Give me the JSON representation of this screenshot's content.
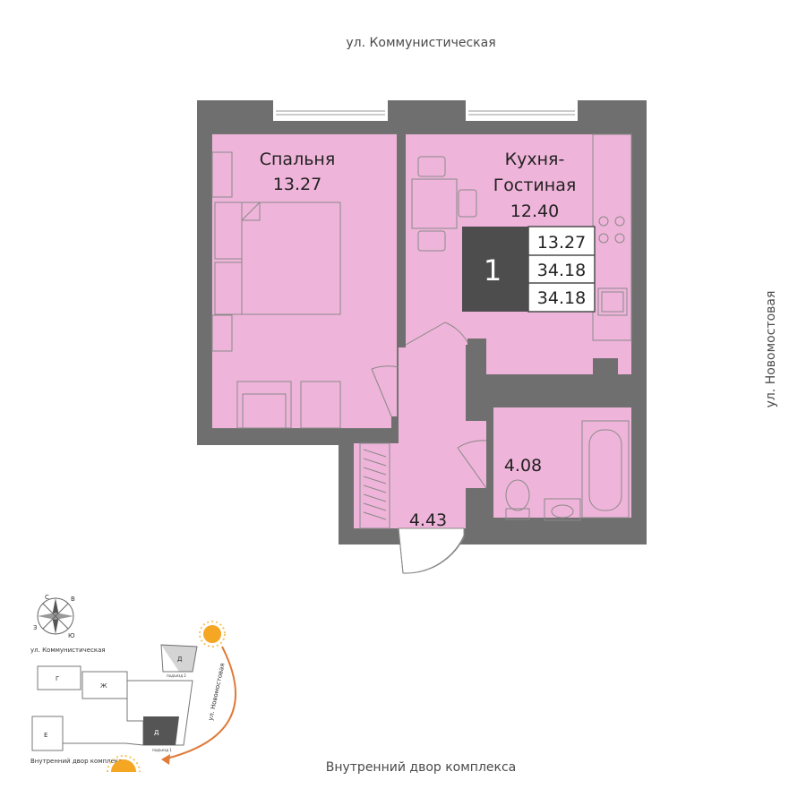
{
  "streets": {
    "top": "ул. Коммунистическая",
    "right": "ул. Новомостовая",
    "bottom": "Внутренний двор комплекса"
  },
  "rooms": {
    "bedroom": {
      "name": "Спальня",
      "area": "13.27"
    },
    "kitchen": {
      "name_line1": "Кухня-",
      "name_line2": "Гостиная",
      "area": "12.40"
    },
    "bathroom": {
      "area": "4.08"
    },
    "hallway": {
      "area": "4.43"
    }
  },
  "summary": {
    "room_count": "1",
    "living_area": "13.27",
    "total_area": "34.18",
    "total_area_with_balcony": "34.18"
  },
  "compass": {
    "north": "С",
    "east": "В",
    "south": "Ю",
    "west": "З"
  },
  "site_plan": {
    "street_top": "ул. Коммунистическая",
    "street_right": "ул. Новомостовая",
    "courtyard": "Внутренний двор комплекса",
    "buildings": [
      "Г",
      "Ж",
      "Д",
      "Е",
      "Д"
    ],
    "entrance_top": "подъезд 2",
    "entrance_bottom": "подъезд 1"
  },
  "colors": {
    "room_fill": "#efb4d9",
    "wall": "#6f6f6f",
    "summary_box": "#4d4d4d",
    "sun": "#f5a623",
    "sun_arc": "#e07b39"
  }
}
